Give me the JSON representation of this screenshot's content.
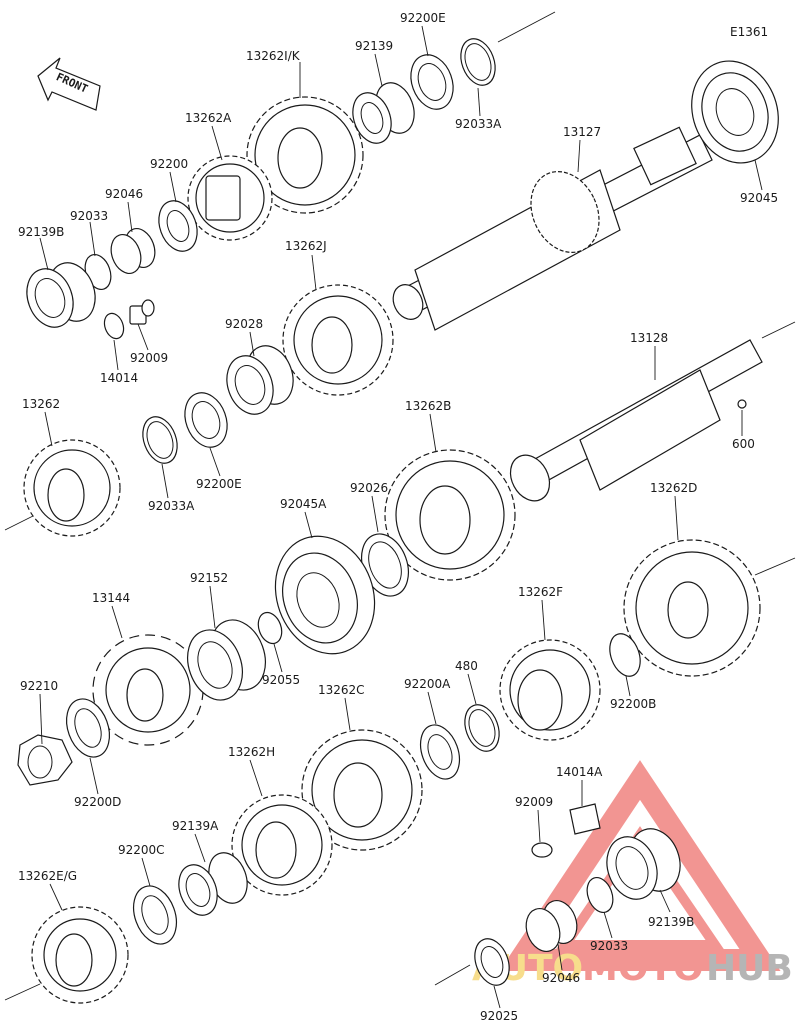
{
  "diagram": {
    "code": "E1361",
    "front_label": "FRONT",
    "watermark": {
      "part1": "AUTO",
      "part2": "MOTO",
      "part3": "HUB"
    },
    "colors": {
      "line": "#1a1a1a",
      "watermark_red": "#e8403a",
      "watermark_gray": "#7a7a7a",
      "watermark_yellow": "#f2c230"
    },
    "parts": [
      {
        "id": "92200E",
        "label": "92200E"
      },
      {
        "id": "92139",
        "label": "92139"
      },
      {
        "id": "13262IK",
        "label": "13262I/K"
      },
      {
        "id": "13262A",
        "label": "13262A"
      },
      {
        "id": "92033A_top",
        "label": "92033A"
      },
      {
        "id": "13127",
        "label": "13127"
      },
      {
        "id": "92045",
        "label": "92045"
      },
      {
        "id": "92200",
        "label": "92200"
      },
      {
        "id": "92046",
        "label": "92046"
      },
      {
        "id": "92033",
        "label": "92033"
      },
      {
        "id": "92139B",
        "label": "92139B"
      },
      {
        "id": "92009",
        "label": "92009"
      },
      {
        "id": "14014",
        "label": "14014"
      },
      {
        "id": "13262J",
        "label": "13262J"
      },
      {
        "id": "92028",
        "label": "92028"
      },
      {
        "id": "13128",
        "label": "13128"
      },
      {
        "id": "600",
        "label": "600"
      },
      {
        "id": "13262",
        "label": "13262"
      },
      {
        "id": "92033A_mid",
        "label": "92033A"
      },
      {
        "id": "92200E_mid",
        "label": "92200E"
      },
      {
        "id": "13262B",
        "label": "13262B"
      },
      {
        "id": "92026",
        "label": "92026"
      },
      {
        "id": "92045A",
        "label": "92045A"
      },
      {
        "id": "13262D",
        "label": "13262D"
      },
      {
        "id": "13144",
        "label": "13144"
      },
      {
        "id": "92152",
        "label": "92152"
      },
      {
        "id": "92055",
        "label": "92055"
      },
      {
        "id": "13262F",
        "label": "13262F"
      },
      {
        "id": "480",
        "label": "480"
      },
      {
        "id": "92200B",
        "label": "92200B"
      },
      {
        "id": "92210",
        "label": "92210"
      },
      {
        "id": "92200D",
        "label": "92200D"
      },
      {
        "id": "13262C",
        "label": "13262C"
      },
      {
        "id": "92200A",
        "label": "92200A"
      },
      {
        "id": "14014A",
        "label": "14014A"
      },
      {
        "id": "92009_low",
        "label": "92009"
      },
      {
        "id": "13262H",
        "label": "13262H"
      },
      {
        "id": "92139A",
        "label": "92139A"
      },
      {
        "id": "92200C",
        "label": "92200C"
      },
      {
        "id": "13262EG",
        "label": "13262E/G"
      },
      {
        "id": "92139B_low",
        "label": "92139B"
      },
      {
        "id": "92033_low",
        "label": "92033"
      },
      {
        "id": "92046_low",
        "label": "92046"
      },
      {
        "id": "92025",
        "label": "92025"
      }
    ]
  }
}
